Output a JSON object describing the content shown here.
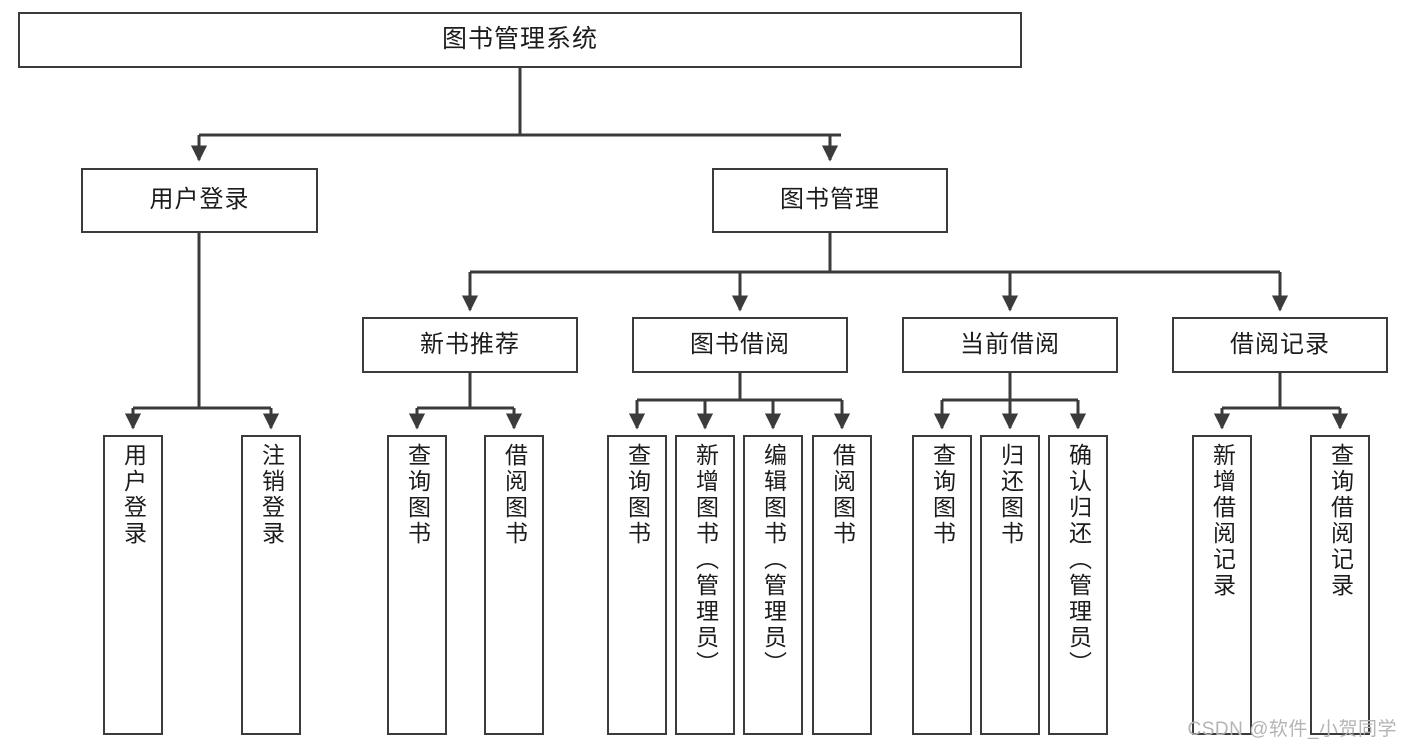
{
  "diagram": {
    "title": "图书管理系统",
    "type": "hierarchy-tree",
    "levels": 4,
    "root": {
      "id": "root",
      "label": "图书管理系统"
    },
    "level2": [
      {
        "id": "user-login",
        "label": "用户登录"
      },
      {
        "id": "book-manage",
        "label": "图书管理"
      }
    ],
    "level3": [
      {
        "id": "new-book-recommend",
        "label": "新书推荐",
        "parent": "book-manage"
      },
      {
        "id": "book-borrow",
        "label": "图书借阅",
        "parent": "book-manage"
      },
      {
        "id": "current-borrow",
        "label": "当前借阅",
        "parent": "book-manage"
      },
      {
        "id": "borrow-record",
        "label": "借阅记录",
        "parent": "book-manage"
      }
    ],
    "leaves": {
      "user-login": [
        {
          "id": "leaf-user-login",
          "label": "用户登录"
        },
        {
          "id": "leaf-user-logout",
          "label": "注销登录"
        }
      ],
      "new-book-recommend": [
        {
          "id": "leaf-query-book-1",
          "label": "查询图书"
        },
        {
          "id": "leaf-borrow-book-1",
          "label": "借阅图书"
        }
      ],
      "book-borrow": [
        {
          "id": "leaf-query-book-2",
          "label": "查询图书"
        },
        {
          "id": "leaf-add-book",
          "label": "新增图书（管理员）"
        },
        {
          "id": "leaf-edit-book",
          "label": "编辑图书（管理员）"
        },
        {
          "id": "leaf-borrow-book-2",
          "label": "借阅图书"
        }
      ],
      "current-borrow": [
        {
          "id": "leaf-query-book-3",
          "label": "查询图书"
        },
        {
          "id": "leaf-return-book",
          "label": "归还图书"
        },
        {
          "id": "leaf-confirm-return",
          "label": "确认归还（管理员）"
        }
      ],
      "borrow-record": [
        {
          "id": "leaf-add-record",
          "label": "新增借阅记录"
        },
        {
          "id": "leaf-query-record",
          "label": "查询借阅记录"
        }
      ]
    }
  },
  "watermark": {
    "text": "CSDN @软件_小贺同学"
  },
  "colors": {
    "stroke": "#3b3b3b",
    "background": "#ffffff",
    "text": "#1c1c1c",
    "watermark": "#b4b4b4"
  }
}
